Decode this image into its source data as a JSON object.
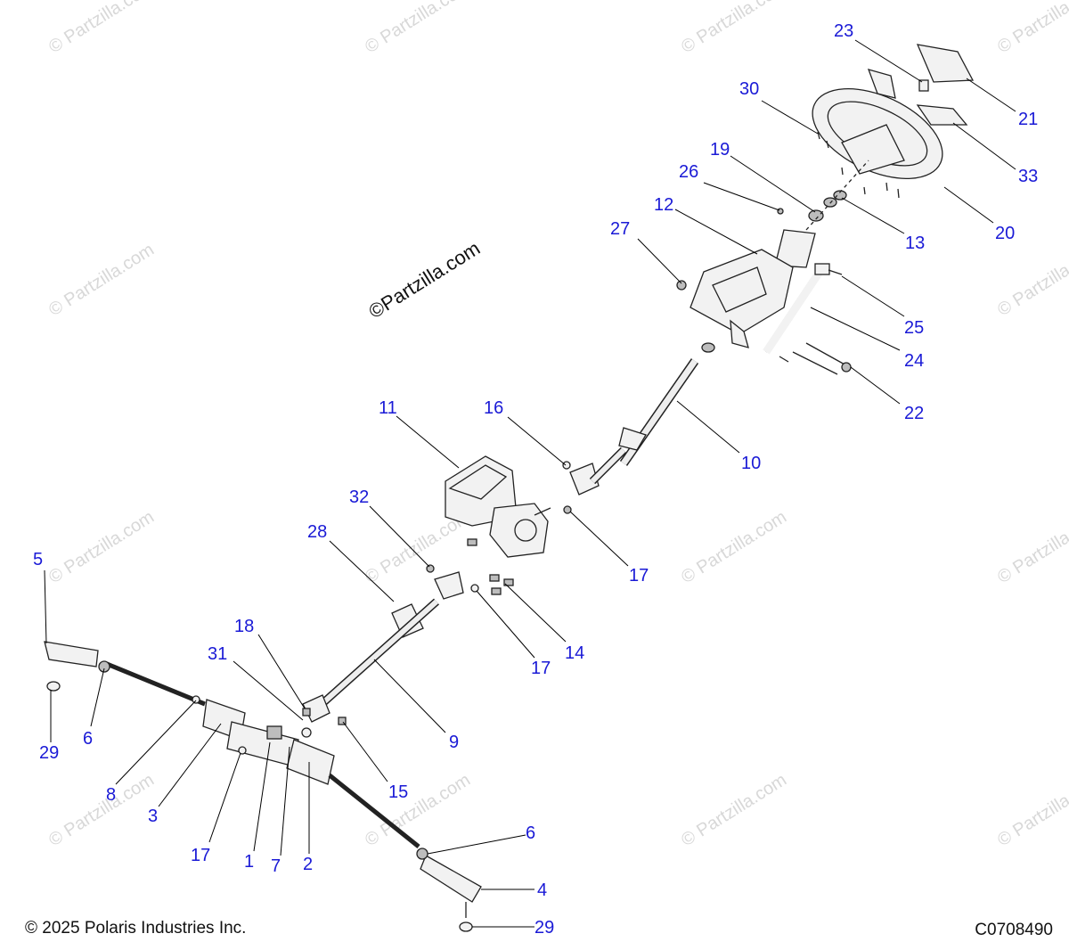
{
  "watermark": {
    "text": "© Partzilla.com",
    "center_text": "©Partzilla.com"
  },
  "footer": {
    "copyright": "© 2025 Polaris Industries Inc.",
    "diagram_code": "C0708490"
  },
  "callouts": [
    "23",
    "21",
    "30",
    "33",
    "19",
    "26",
    "13",
    "20",
    "12",
    "27",
    "25",
    "24",
    "22",
    "10",
    "11",
    "16",
    "17",
    "32",
    "28",
    "14",
    "17",
    "5",
    "18",
    "31",
    "9",
    "15",
    "6",
    "29",
    "8",
    "3",
    "17",
    "1",
    "7",
    "2",
    "6",
    "4",
    "29"
  ]
}
